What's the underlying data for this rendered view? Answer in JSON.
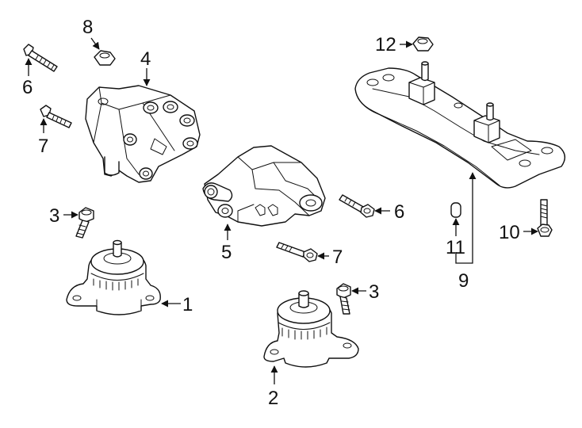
{
  "diagram": {
    "callouts": {
      "c1": "1",
      "c2": "2",
      "c3a": "3",
      "c3b": "3",
      "c4": "4",
      "c5": "5",
      "c6a": "6",
      "c6b": "6",
      "c7a": "7",
      "c7b": "7",
      "c8": "8",
      "c9": "9",
      "c10": "10",
      "c11": "11",
      "c12": "12"
    }
  }
}
